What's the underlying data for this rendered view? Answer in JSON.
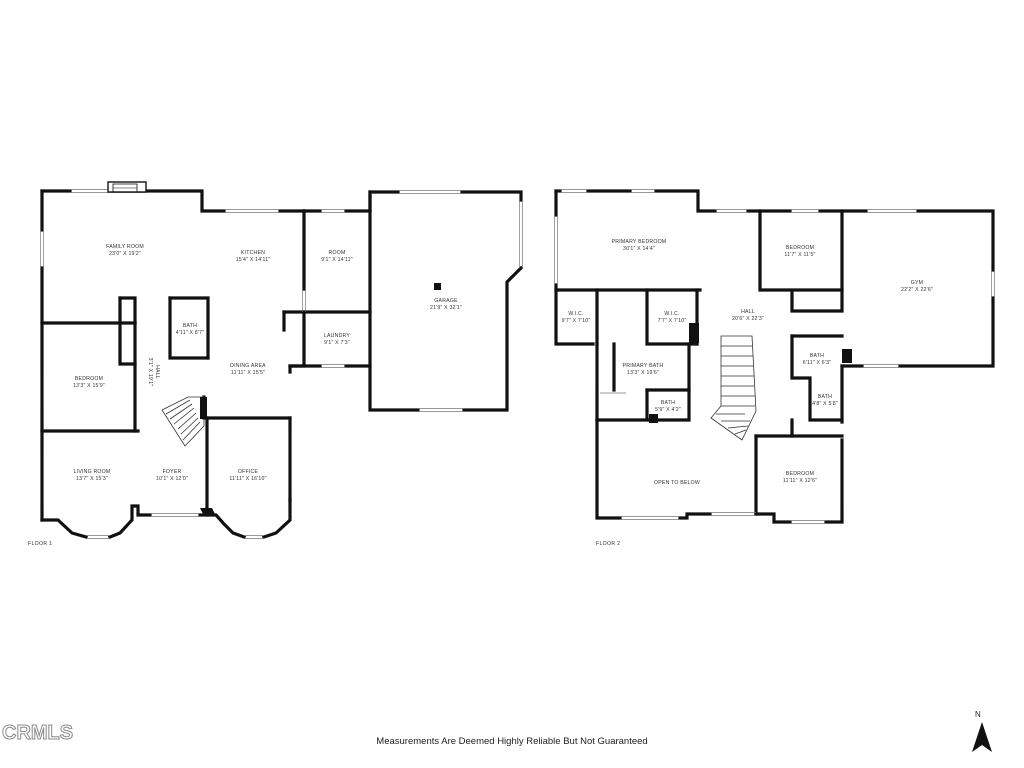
{
  "floors": [
    {
      "label": "FLOOR 1",
      "rooms": [
        {
          "name": "FAMILY ROOM",
          "size": "23'0\" X 19'2\""
        },
        {
          "name": "KITCHEN",
          "size": "15'4\" X 14'11\""
        },
        {
          "name": "ROOM",
          "size": "9'1\" X 14'11\""
        },
        {
          "name": "GARAGE",
          "size": "21'9\" X 32'1\""
        },
        {
          "name": "BATH",
          "size": "4'11\" X 8'7\""
        },
        {
          "name": "LAUNDRY",
          "size": "9'1\" X 7'3\""
        },
        {
          "name": "DINING AREA",
          "size": "11'11\" X 15'5\""
        },
        {
          "name": "BEDROOM",
          "size": "13'3\" X 15'9\""
        },
        {
          "name": "LIVING ROOM",
          "size": "13'7\" X 15'3\""
        },
        {
          "name": "FOYER",
          "size": "10'1\" X 12'0\""
        },
        {
          "name": "OFFICE",
          "size": "11'11\" X 16'10\""
        }
      ],
      "hall_label": "HALL",
      "hall_size": "3'1\" X 19'1\""
    },
    {
      "label": "FLOOR 2",
      "rooms": [
        {
          "name": "PRIMARY BEDROOM",
          "size": "30'1\" X 14'4\""
        },
        {
          "name": "BEDROOM",
          "size": "11'7\" X 11'5\""
        },
        {
          "name": "GYM",
          "size": "22'2\" X 22'6\""
        },
        {
          "name": "W.I.C.",
          "size": "9'7\" X 7'10\""
        },
        {
          "name": "W.I.C.",
          "size": "7'7\" X 7'10\""
        },
        {
          "name": "HALL",
          "size": "20'6\" X 22'3\""
        },
        {
          "name": "PRIMARY BATH",
          "size": "13'3\" X 19'6\""
        },
        {
          "name": "BATH",
          "size": "6'11\" X 6'3\""
        },
        {
          "name": "BATH",
          "size": "4'8\" X 5'8\""
        },
        {
          "name": "BATH",
          "size": "5'9\" X 4'2\""
        },
        {
          "name": "OPEN TO BELOW",
          "size": ""
        },
        {
          "name": "BEDROOM",
          "size": "11'11\" X 12'6\""
        }
      ]
    }
  ],
  "disclaimer": "Measurements Are Deemed Highly Reliable But Not Guaranteed",
  "north": "N",
  "watermark": "CRMLS"
}
